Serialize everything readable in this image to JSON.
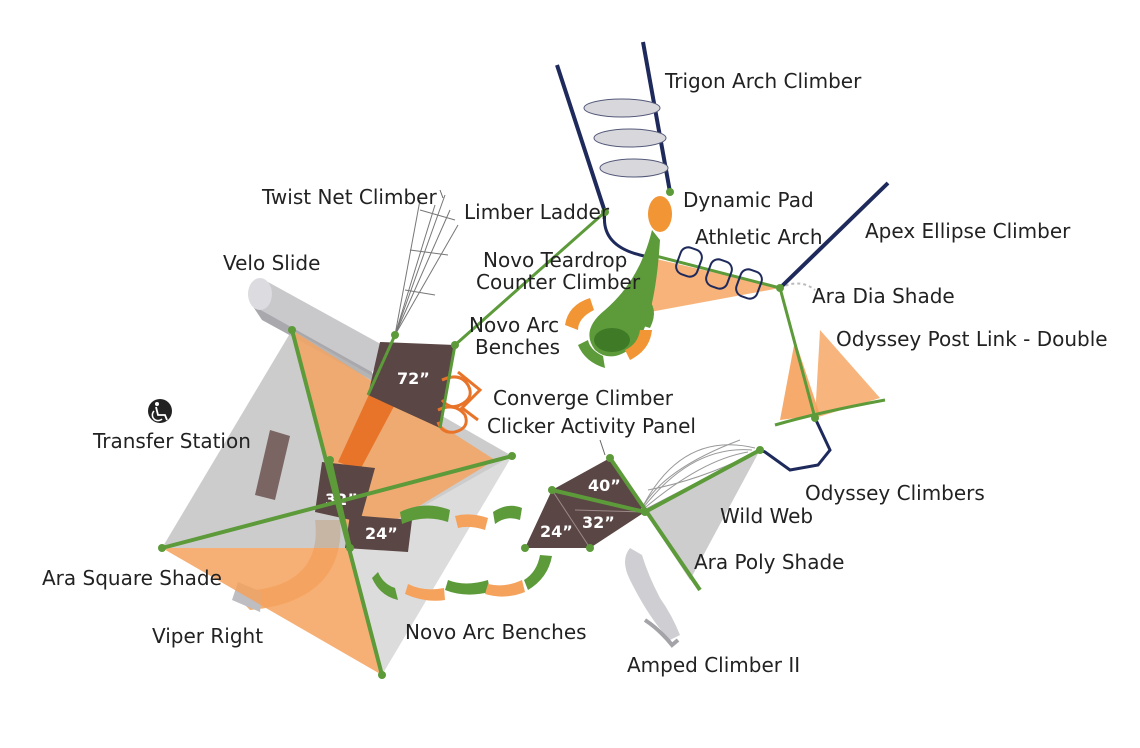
{
  "colors": {
    "deck": "#5a4644",
    "orange": "#f5a25d",
    "orange_dark": "#e8742a",
    "gray_shade": "#b8b8b8",
    "green": "#5c9a3a",
    "green_dark": "#3f7b26",
    "navy": "#1f2a5c",
    "slide_gray": "#c9c9cc"
  },
  "labels": {
    "trigon_arch_climber": "Trigon Arch Climber",
    "dynamic_pad": "Dynamic Pad",
    "twist_net_climber": "Twist Net Climber",
    "limber_ladder": "Limber Ladder",
    "athletic_arch": "Athletic Arch",
    "apex_ellipse_climber": "Apex Ellipse Climber",
    "velo_slide": "Velo Slide",
    "novo_teardrop_line1": "Novo Teardrop",
    "novo_teardrop_line2": "Counter Climber",
    "ara_dia_shade": "Ara Dia Shade",
    "novo_arc_benches_top_line1": "Novo Arc",
    "novo_arc_benches_top_line2": "Benches",
    "odyssey_post_link": "Odyssey Post Link - Double",
    "converge_climber": "Converge Climber",
    "clicker_activity_panel": "Clicker Activity Panel",
    "transfer_station": "Transfer Station",
    "odyssey_climbers": "Odyssey Climbers",
    "wild_web": "Wild Web",
    "ara_poly_shade": "Ara Poly Shade",
    "ara_square_shade": "Ara Square Shade",
    "viper_right": "Viper Right",
    "novo_arc_benches_bottom": "Novo Arc Benches",
    "amped_climber_ii": "Amped Climber II"
  },
  "decks": {
    "deck_72": "72”",
    "deck_32_left": "32”",
    "deck_24_left": "24”",
    "deck_40": "40”",
    "deck_24_right": "24”",
    "deck_32_right": "32”"
  },
  "icons": {
    "transfer_station": "wheelchair-icon"
  }
}
